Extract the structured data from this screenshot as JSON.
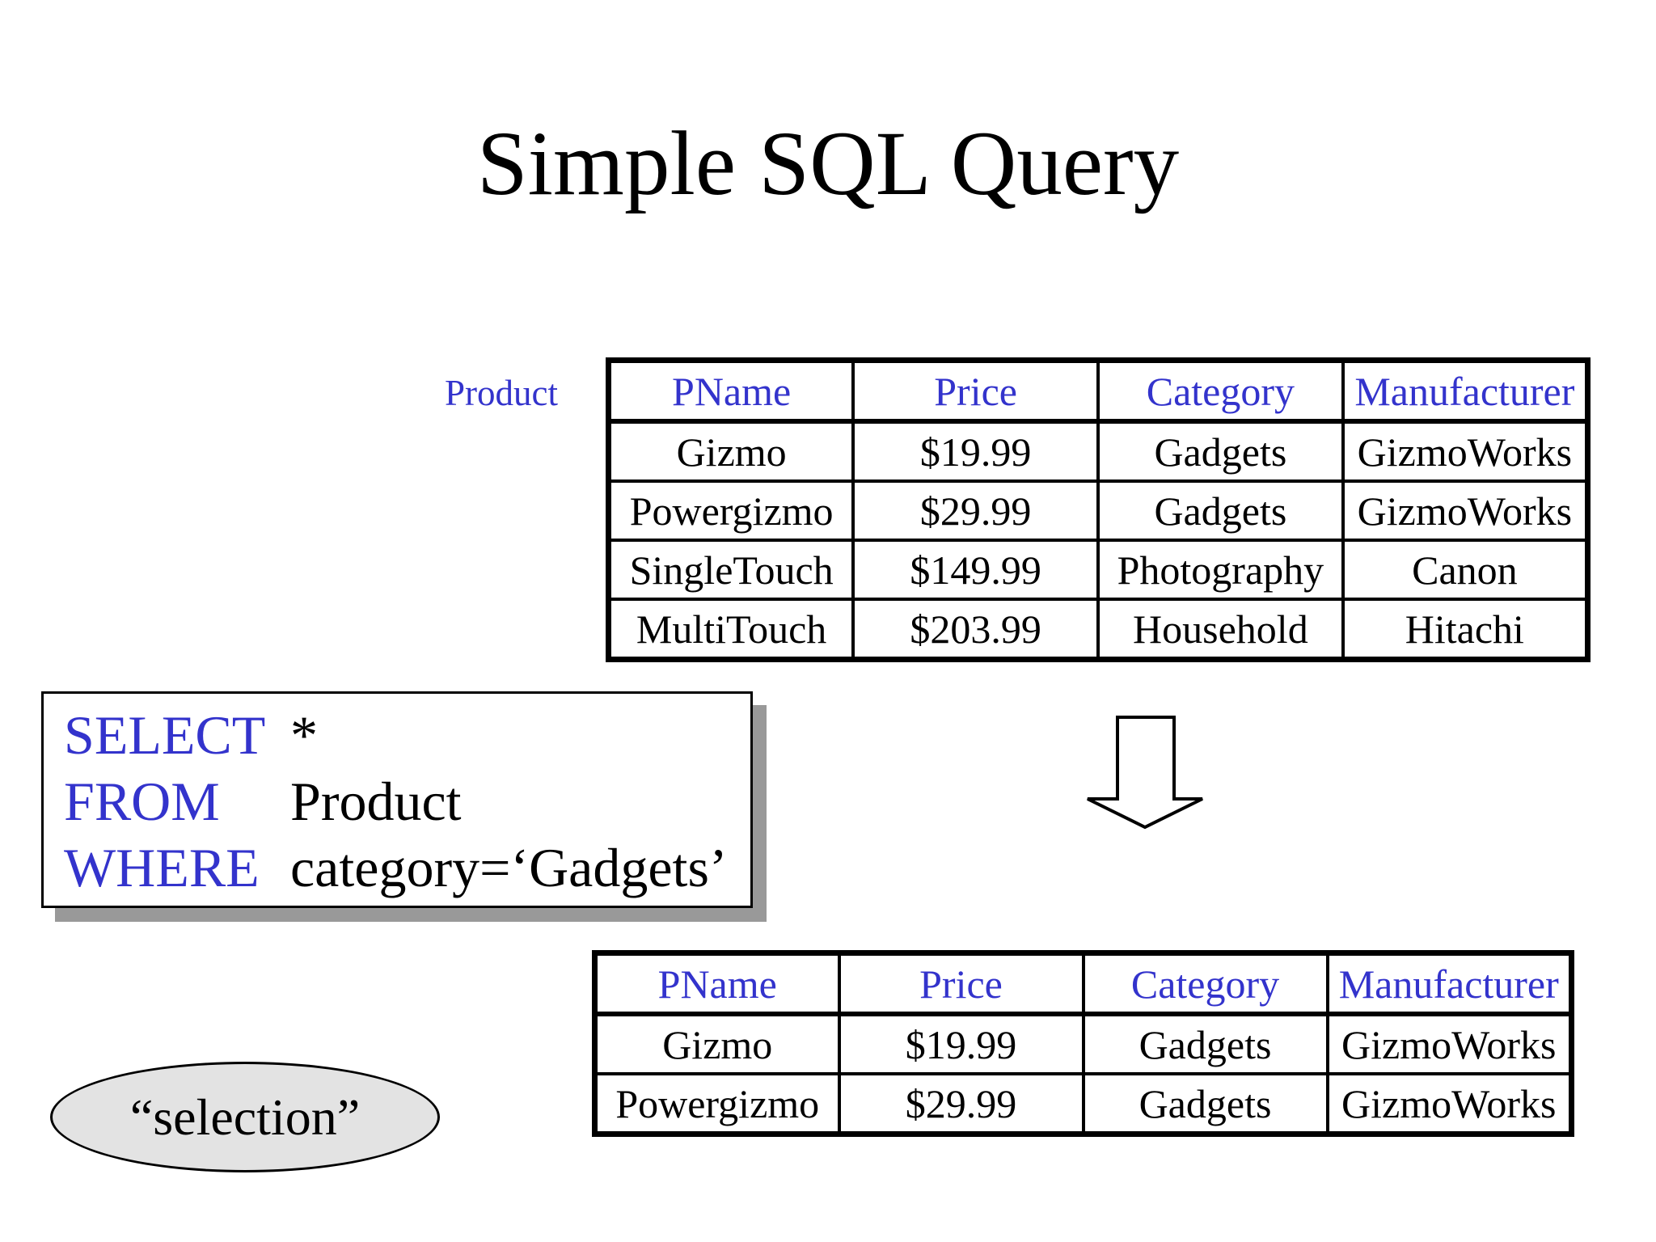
{
  "slide": {
    "title": "Simple SQL Query"
  },
  "colors": {
    "keyword_blue": "#3333CC",
    "table_header_blue": "#3333CC",
    "ellipse_fill": "#E3E3E3",
    "box_shadow_gray": "#999999"
  },
  "product_label": "Product",
  "product_table": {
    "headers": [
      "PName",
      "Price",
      "Category",
      "Manufacturer"
    ],
    "rows": [
      [
        "Gizmo",
        "$19.99",
        "Gadgets",
        "GizmoWorks"
      ],
      [
        "Powergizmo",
        "$29.99",
        "Gadgets",
        "GizmoWorks"
      ],
      [
        "SingleTouch",
        "$149.99",
        "Photography",
        "Canon"
      ],
      [
        "MultiTouch",
        "$203.99",
        "Household",
        "Hitachi"
      ]
    ]
  },
  "sql_query": {
    "lines": [
      {
        "keyword": "SELECT",
        "operand": "*"
      },
      {
        "keyword": "FROM",
        "operand": "Product"
      },
      {
        "keyword": "WHERE",
        "operand": "category=‘Gadgets’"
      }
    ]
  },
  "result_table": {
    "headers": [
      "PName",
      "Price",
      "Category",
      "Manufacturer"
    ],
    "rows": [
      [
        "Gizmo",
        "$19.99",
        "Gadgets",
        "GizmoWorks"
      ],
      [
        "Powergizmo",
        "$29.99",
        "Gadgets",
        "GizmoWorks"
      ]
    ]
  },
  "selection_callout": "“selection”"
}
